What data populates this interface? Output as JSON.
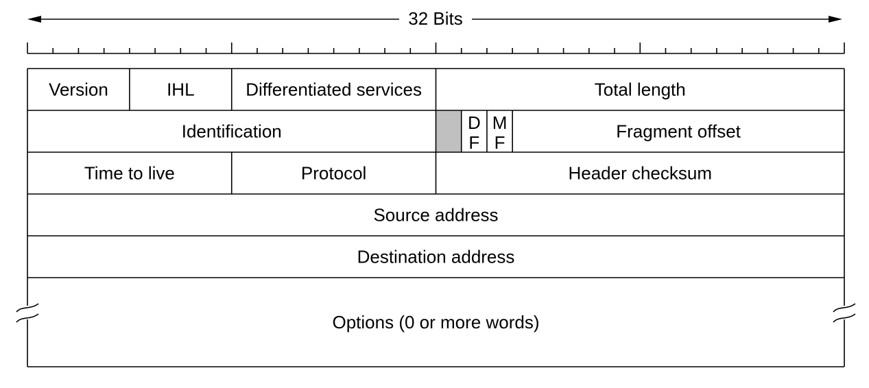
{
  "header": {
    "title": "32 Bits"
  },
  "diagram": {
    "rows": [
      {
        "fields": [
          {
            "label": "Version",
            "bits": 4
          },
          {
            "label": "IHL",
            "bits": 4
          },
          {
            "label": "Differentiated services",
            "bits": 8
          },
          {
            "label": "Total length",
            "bits": 16
          }
        ]
      },
      {
        "fields": [
          {
            "label": "Identification",
            "bits": 16
          },
          {
            "label": "",
            "bits": 1,
            "shaded": true
          },
          {
            "label_top": "D",
            "label_bottom": "F",
            "bits": 1
          },
          {
            "label_top": "M",
            "label_bottom": "F",
            "bits": 1
          },
          {
            "label": "Fragment offset",
            "bits": 13
          }
        ]
      },
      {
        "fields": [
          {
            "label": "Time to live",
            "bits": 8
          },
          {
            "label": "Protocol",
            "bits": 8
          },
          {
            "label": "Header checksum",
            "bits": 16
          }
        ]
      },
      {
        "fields": [
          {
            "label": "Source address",
            "bits": 32
          }
        ]
      },
      {
        "fields": [
          {
            "label": "Destination address",
            "bits": 32
          }
        ]
      },
      {
        "fields": [
          {
            "label": "Options (0 or more words)",
            "bits": 32,
            "open": true
          }
        ]
      }
    ],
    "colors": {
      "line": "#000000",
      "reserved_fill": "#c0c0c0",
      "background": "#ffffff"
    }
  }
}
